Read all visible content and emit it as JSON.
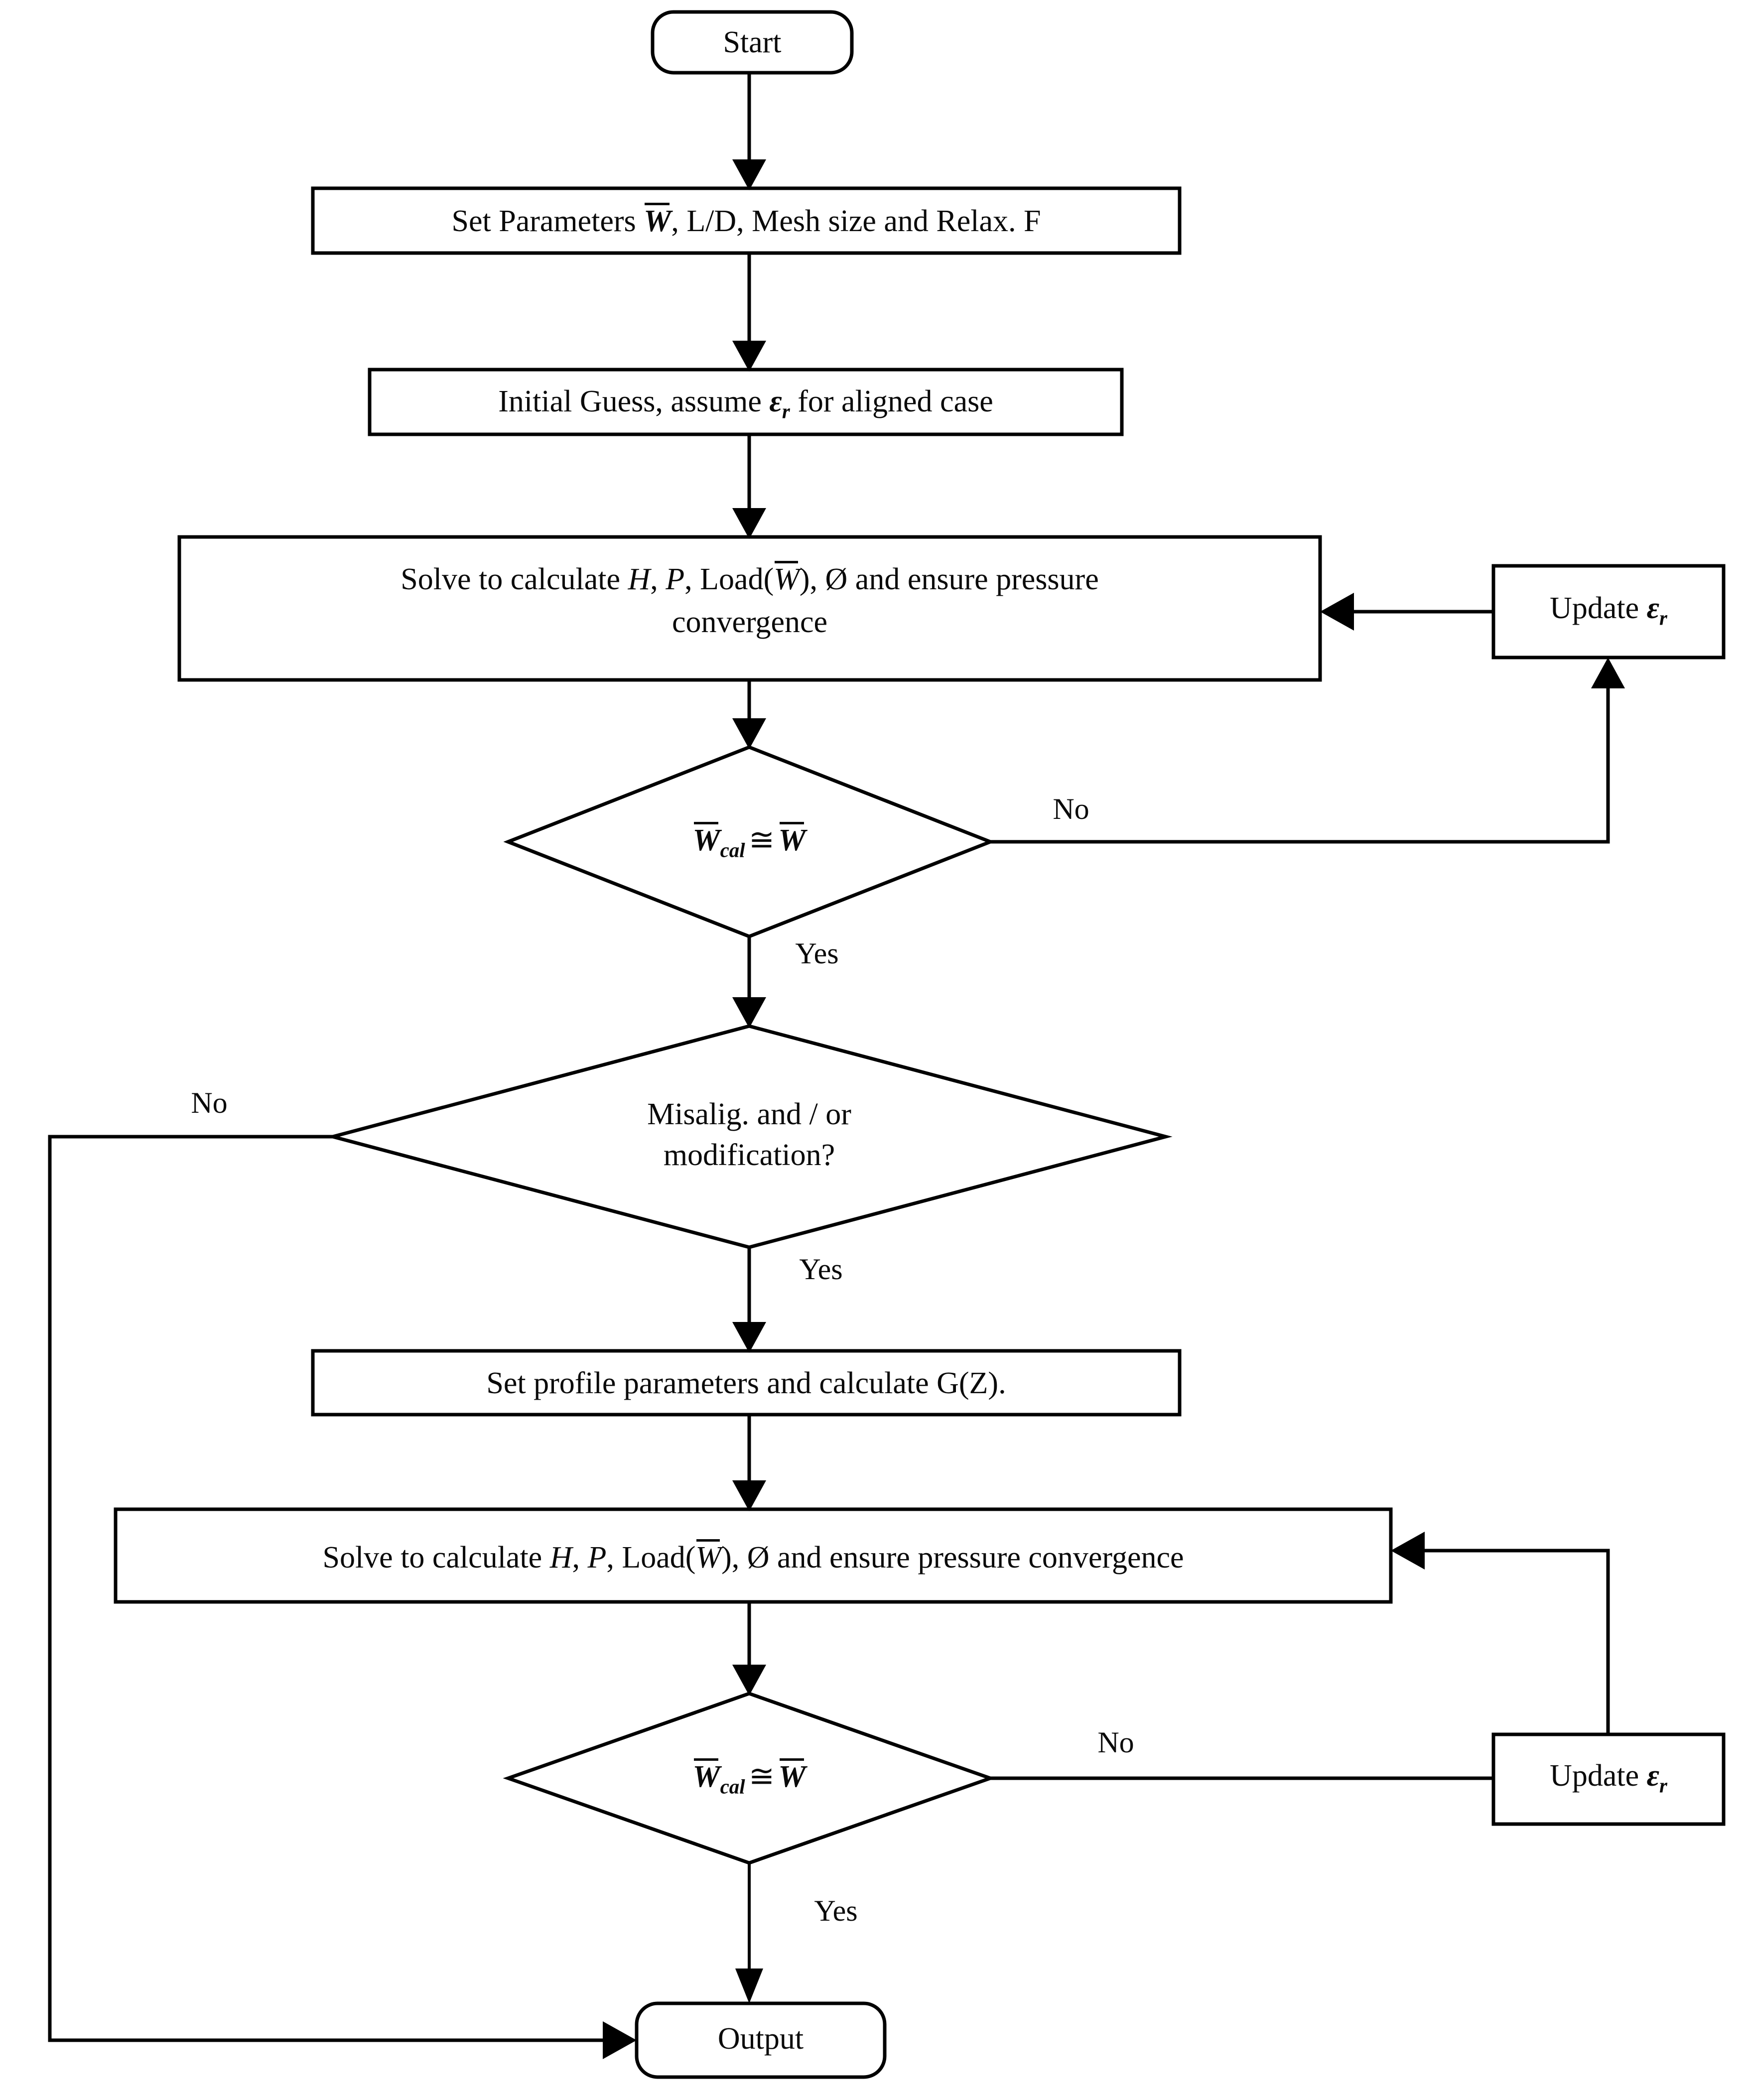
{
  "diagram": {
    "title": "Lubrication analysis solution procedure flowchart",
    "type": "flowchart",
    "background_color": "#ffffff",
    "line_color": "#000000",
    "text_color": "#0a0a0a"
  },
  "nodes": {
    "start": {
      "id": "start",
      "shape": "rounded-rectangle",
      "label": "Start"
    },
    "set_parameters": {
      "id": "set-parameters",
      "shape": "rectangle",
      "label_prefix": "Set Parameters ",
      "label_var": "W",
      "label_suffix": ", L/D, Mesh size and Relax. F",
      "label_plain": "Set Parameters W̄, L/D, Mesh size and Relax. F"
    },
    "initial_guess": {
      "id": "initial-guess",
      "shape": "rectangle",
      "label_prefix": "Initial Guess, assume ",
      "label_var": "ε",
      "label_sub": "r",
      "label_suffix": " for aligned case",
      "label_plain": "Initial Guess, assume εr for aligned case"
    },
    "solve_1": {
      "id": "solve-aligned",
      "shape": "rectangle",
      "line1_a": "Solve to calculate ",
      "line1_h": "H",
      "line1_b": ",  ",
      "line1_p": "P",
      "line1_c": ", Load(",
      "line1_w": "W",
      "line1_d": "), Ø and ensure pressure",
      "line2": "convergence",
      "label_plain": "Solve to calculate H, P, Load(W̄), Ø and ensure pressure convergence"
    },
    "update_1": {
      "id": "update-epsilon-top",
      "shape": "rectangle",
      "label_prefix": "Update ",
      "label_var": "ε",
      "label_sub": "r",
      "label_plain": "Update εr"
    },
    "decision_1": {
      "id": "decision-load-converged-top",
      "shape": "diamond",
      "lhs_var": "W",
      "lhs_sub": "cal",
      "op": "≅",
      "rhs_var": "W",
      "label_plain": "W̄cal ≅ W̄"
    },
    "decision_2": {
      "id": "decision-misalignment",
      "shape": "diamond",
      "line1": "Misalig. and / or",
      "line2": "modification?",
      "label_plain": "Misalig. and / or modification?"
    },
    "set_profile": {
      "id": "set-profile-parameters",
      "shape": "rectangle",
      "label": "Set profile parameters and calculate G(Z)."
    },
    "solve_2": {
      "id": "solve-misaligned",
      "shape": "rectangle",
      "line1_a": "Solve to calculate ",
      "line1_h": "H",
      "line1_b": ",  ",
      "line1_p": "P",
      "line1_c": ", Load(",
      "line1_w": "W",
      "line1_d": "), Ø and ensure pressure convergence",
      "label_plain": "Solve to calculate H, P, Load(W̄), Ø and ensure pressure convergence"
    },
    "decision_3": {
      "id": "decision-load-converged-bottom",
      "shape": "diamond",
      "lhs_var": "W",
      "lhs_sub": "cal",
      "op": "≅",
      "rhs_var": "W",
      "label_plain": "W̄cal ≅ W̄"
    },
    "update_2": {
      "id": "update-epsilon-bottom",
      "shape": "rectangle",
      "label_prefix": "Update ",
      "label_var": "ε",
      "label_sub": "r",
      "label_plain": "Update εr"
    },
    "output": {
      "id": "output",
      "shape": "rounded-rectangle",
      "label": "Output"
    }
  },
  "edge_labels": {
    "d1_no": "No",
    "d1_yes": "Yes",
    "d2_no": "No",
    "d2_yes": "Yes",
    "d3_no": "No",
    "d3_yes": "Yes"
  },
  "edges": [
    {
      "from": "start",
      "to": "set_parameters",
      "label": ""
    },
    {
      "from": "set_parameters",
      "to": "initial_guess",
      "label": ""
    },
    {
      "from": "initial_guess",
      "to": "solve_1",
      "label": ""
    },
    {
      "from": "solve_1",
      "to": "decision_1",
      "label": ""
    },
    {
      "from": "decision_1",
      "to": "update_1",
      "label": "No"
    },
    {
      "from": "update_1",
      "to": "solve_1",
      "label": ""
    },
    {
      "from": "decision_1",
      "to": "decision_2",
      "label": "Yes"
    },
    {
      "from": "decision_2",
      "to": "output",
      "label": "No"
    },
    {
      "from": "decision_2",
      "to": "set_profile",
      "label": "Yes"
    },
    {
      "from": "set_profile",
      "to": "solve_2",
      "label": ""
    },
    {
      "from": "solve_2",
      "to": "decision_3",
      "label": ""
    },
    {
      "from": "decision_3",
      "to": "update_2",
      "label": "No"
    },
    {
      "from": "update_2",
      "to": "solve_2",
      "label": ""
    },
    {
      "from": "decision_3",
      "to": "output",
      "label": "Yes"
    }
  ]
}
